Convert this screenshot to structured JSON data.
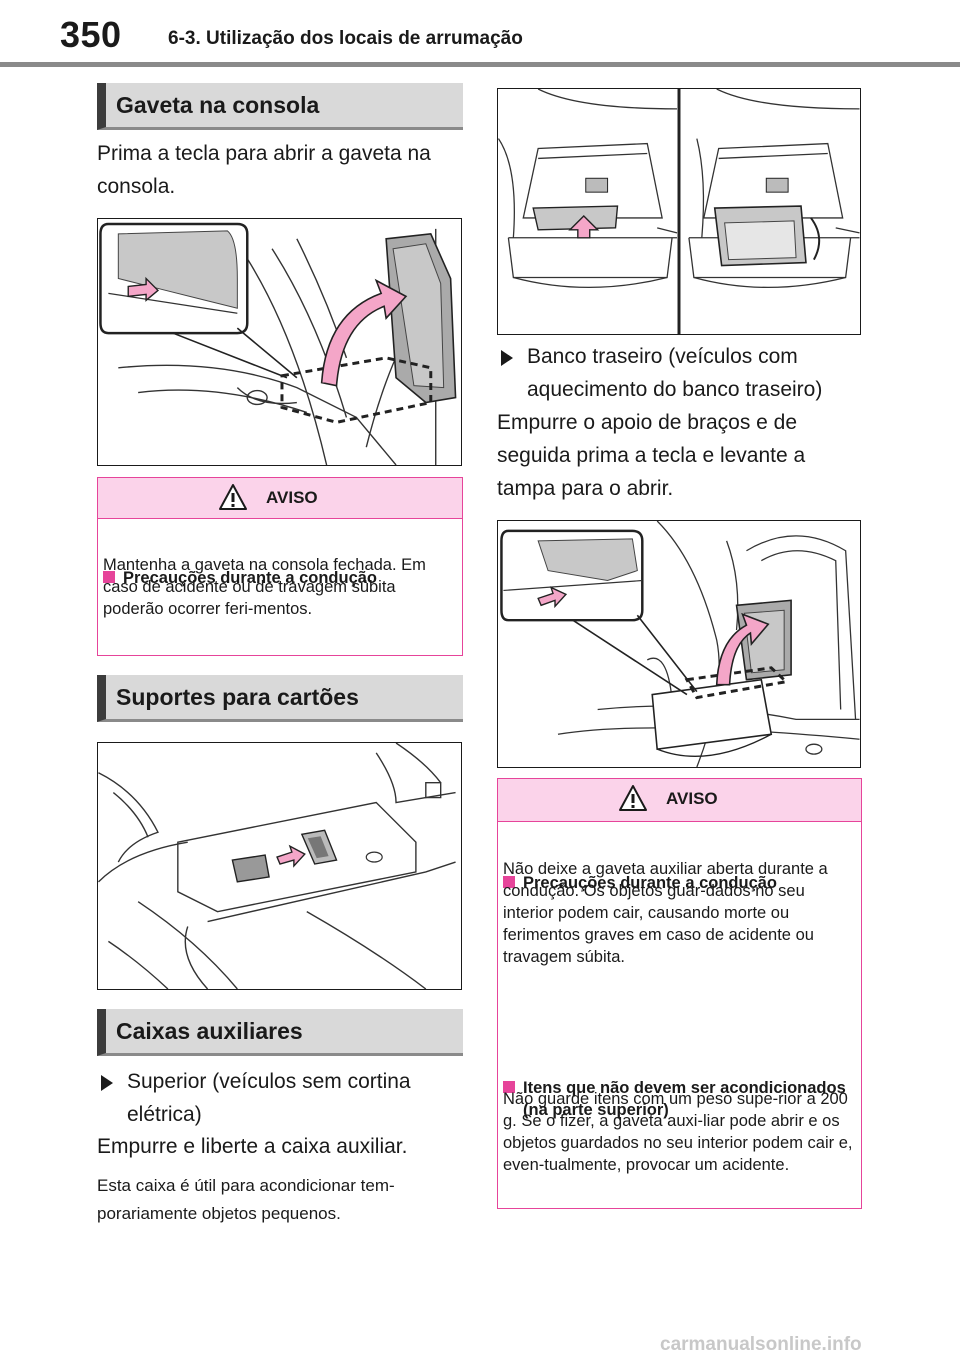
{
  "header": {
    "page_number": "350",
    "chapter": "6-3. Utilização dos locais de arrumação"
  },
  "left": {
    "section1_title": "Gaveta na consola",
    "section1_text": "Prima a tecla para abrir a gaveta na consola.",
    "warning1": {
      "label": "AVISO",
      "subtitle": "Precauções durante a condução",
      "text": "Mantenha a gaveta na consola fechada. Em caso de acidente ou de travagem súbita poderão ocorrer feri-mentos."
    },
    "section2_title": "Suportes para cartões",
    "section3_title": "Caixas auxiliares",
    "bullet1": "Superior (veículos sem cortina elétrica)",
    "text3": "Empurre e liberte a caixa auxiliar.",
    "note": "Esta caixa é útil para acondicionar tem-porariamente objetos pequenos."
  },
  "right": {
    "bullet2": "Banco traseiro (veículos com aquecimento do banco traseiro)",
    "text4": "Empurre o apoio de braços e de seguida prima a tecla e levante a tampa para o abrir.",
    "warning2": {
      "label": "AVISO",
      "subtitle1": "Precauções durante a condução",
      "text1": "Não deixe a gaveta auxiliar aberta durante a condução. Os objetos guar-dados no seu interior podem cair, causando morte ou ferimentos graves em caso de acidente ou travagem súbita.",
      "subtitle2": "Itens que não devem ser acondicionados (na parte superior)",
      "text2": "Não guarde itens com um peso supe-rior a 200 g. Se o fizer, a gaveta auxi-liar pode abrir e os objetos guardados no seu interior podem cair e, even-tualmente, provocar um acidente."
    }
  },
  "footer": {
    "watermark": "carmanualsonline.info"
  },
  "colors": {
    "warning_border": "#e6449a",
    "warning_fill": "#fbd3ea",
    "section_fill": "#d9d9d9",
    "arrow_pink": "#f4a6c8"
  }
}
